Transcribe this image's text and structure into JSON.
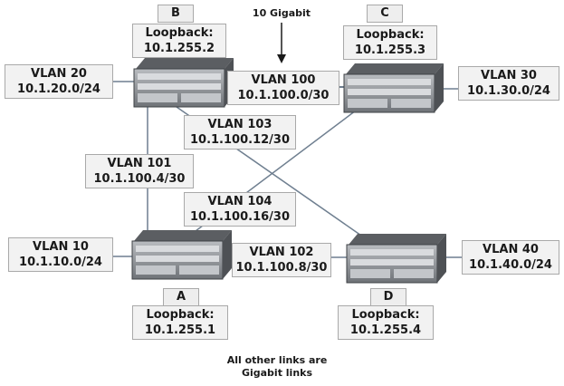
{
  "annotation_top": "10 Gigabit",
  "footnote": {
    "line1": "All other links are",
    "line2": "Gigabit links"
  },
  "colors": {
    "label_fill": "#f2f2f2",
    "label_border": "#a9a9a9",
    "link": "#6f7f90",
    "switch_body": "#8d9196"
  },
  "switches": {
    "a": {
      "tag": "A",
      "loopback_title": "Loopback:",
      "loopback_ip": "10.1.255.1"
    },
    "b": {
      "tag": "B",
      "loopback_title": "Loopback:",
      "loopback_ip": "10.1.255.2"
    },
    "c": {
      "tag": "C",
      "loopback_title": "Loopback:",
      "loopback_ip": "10.1.255.3"
    },
    "d": {
      "tag": "D",
      "loopback_title": "Loopback:",
      "loopback_ip": "10.1.255.4"
    }
  },
  "vlans": {
    "v10": {
      "name": "VLAN 10",
      "subnet": "10.1.10.0/24"
    },
    "v20": {
      "name": "VLAN 20",
      "subnet": "10.1.20.0/24"
    },
    "v30": {
      "name": "VLAN 30",
      "subnet": "10.1.30.0/24"
    },
    "v40": {
      "name": "VLAN 40",
      "subnet": "10.1.40.0/24"
    },
    "v100": {
      "name": "VLAN 100",
      "subnet": "10.1.100.0/30"
    },
    "v101": {
      "name": "VLAN 101",
      "subnet": "10.1.100.4/30"
    },
    "v102": {
      "name": "VLAN 102",
      "subnet": "10.1.100.8/30"
    },
    "v103": {
      "name": "VLAN 103",
      "subnet": "10.1.100.12/30"
    },
    "v104": {
      "name": "VLAN 104",
      "subnet": "10.1.100.16/30"
    }
  }
}
